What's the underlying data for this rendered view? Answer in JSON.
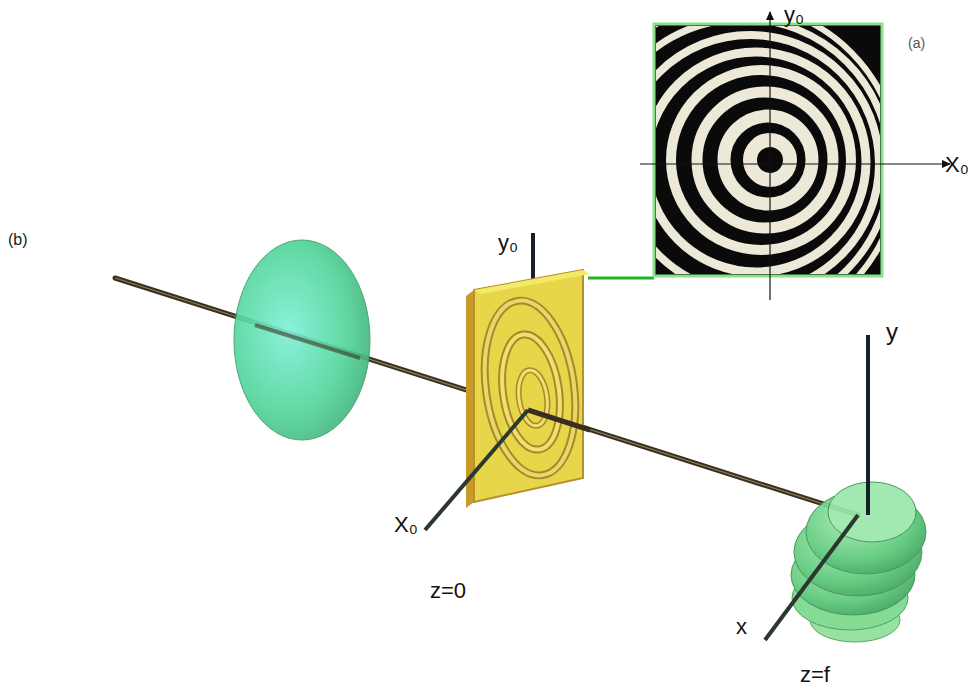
{
  "diagram": {
    "labels": [
      "(a)",
      "y₀",
      "X₀",
      "(b)",
      "y₀",
      "X₀",
      "z=0",
      "y",
      "x",
      "z=f"
    ]
  }
}
